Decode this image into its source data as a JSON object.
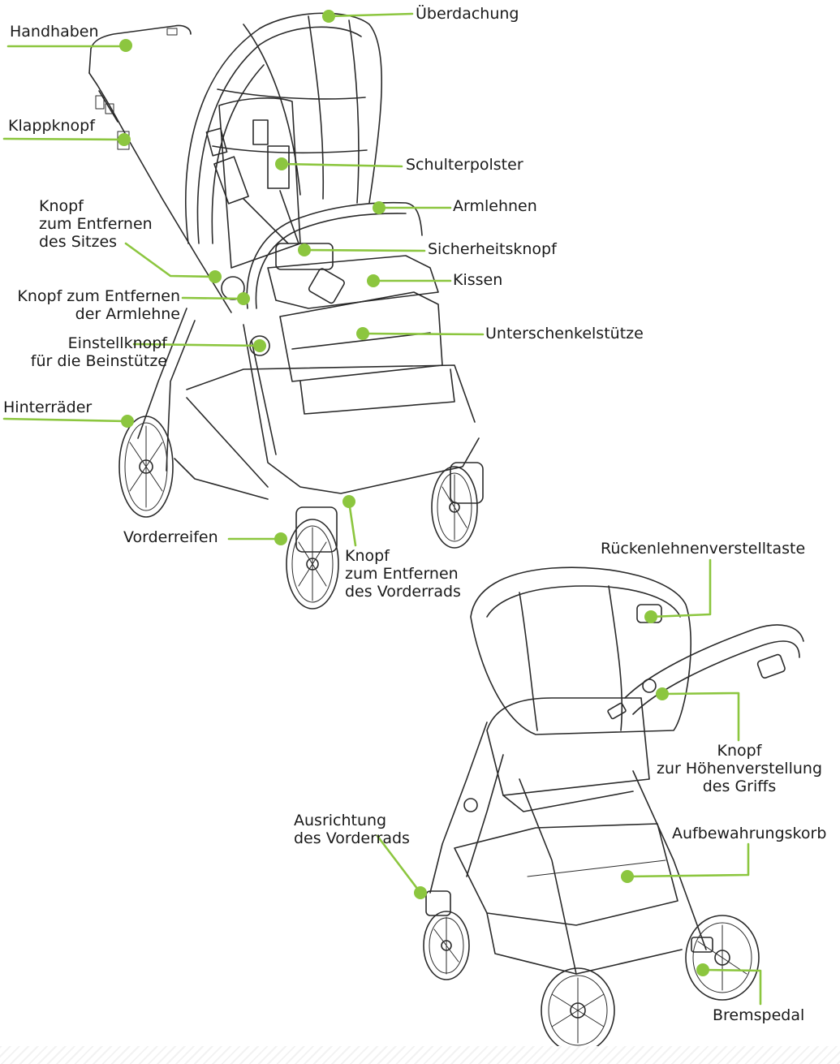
{
  "labels": {
    "handhaben": "Handhaben",
    "ueberdachung": "Überdachung",
    "klappknopf": "Klappknopf",
    "schulterpolster": "Schulterpolster",
    "knopf_sitz": "Knopf\nzum Entfernen\ndes Sitzes",
    "armlehnen": "Armlehnen",
    "sicherheitsknopf": "Sicherheitsknopf",
    "kissen": "Kissen",
    "knopf_armlehne": "Knopf zum Entfernen\nder Armlehne",
    "unterschenkelstuetze": "Unterschenkelstütze",
    "einstellknopf": "Einstellknopf\nfür die Beinstütze",
    "hinterraeder": "Hinterräder",
    "vorderreifen": "Vorderreifen",
    "knopf_vorderrad": "Knopf\nzum Entfernen\ndes Vorderrads",
    "rueckenlehne": "Rückenlehnenverstelltaste",
    "knopf_griff": "Knopf\nzur Höhenverstellung\ndes Griffs",
    "ausrichtung": "Ausrichtung\ndes Vorderrads",
    "korb": "Aufbewahrungskorb",
    "bremspedal": "Bremspedal"
  },
  "colors": {
    "leader": "#8cc63f",
    "line_art": "#2a2a2a",
    "text": "#1a1a1a"
  }
}
